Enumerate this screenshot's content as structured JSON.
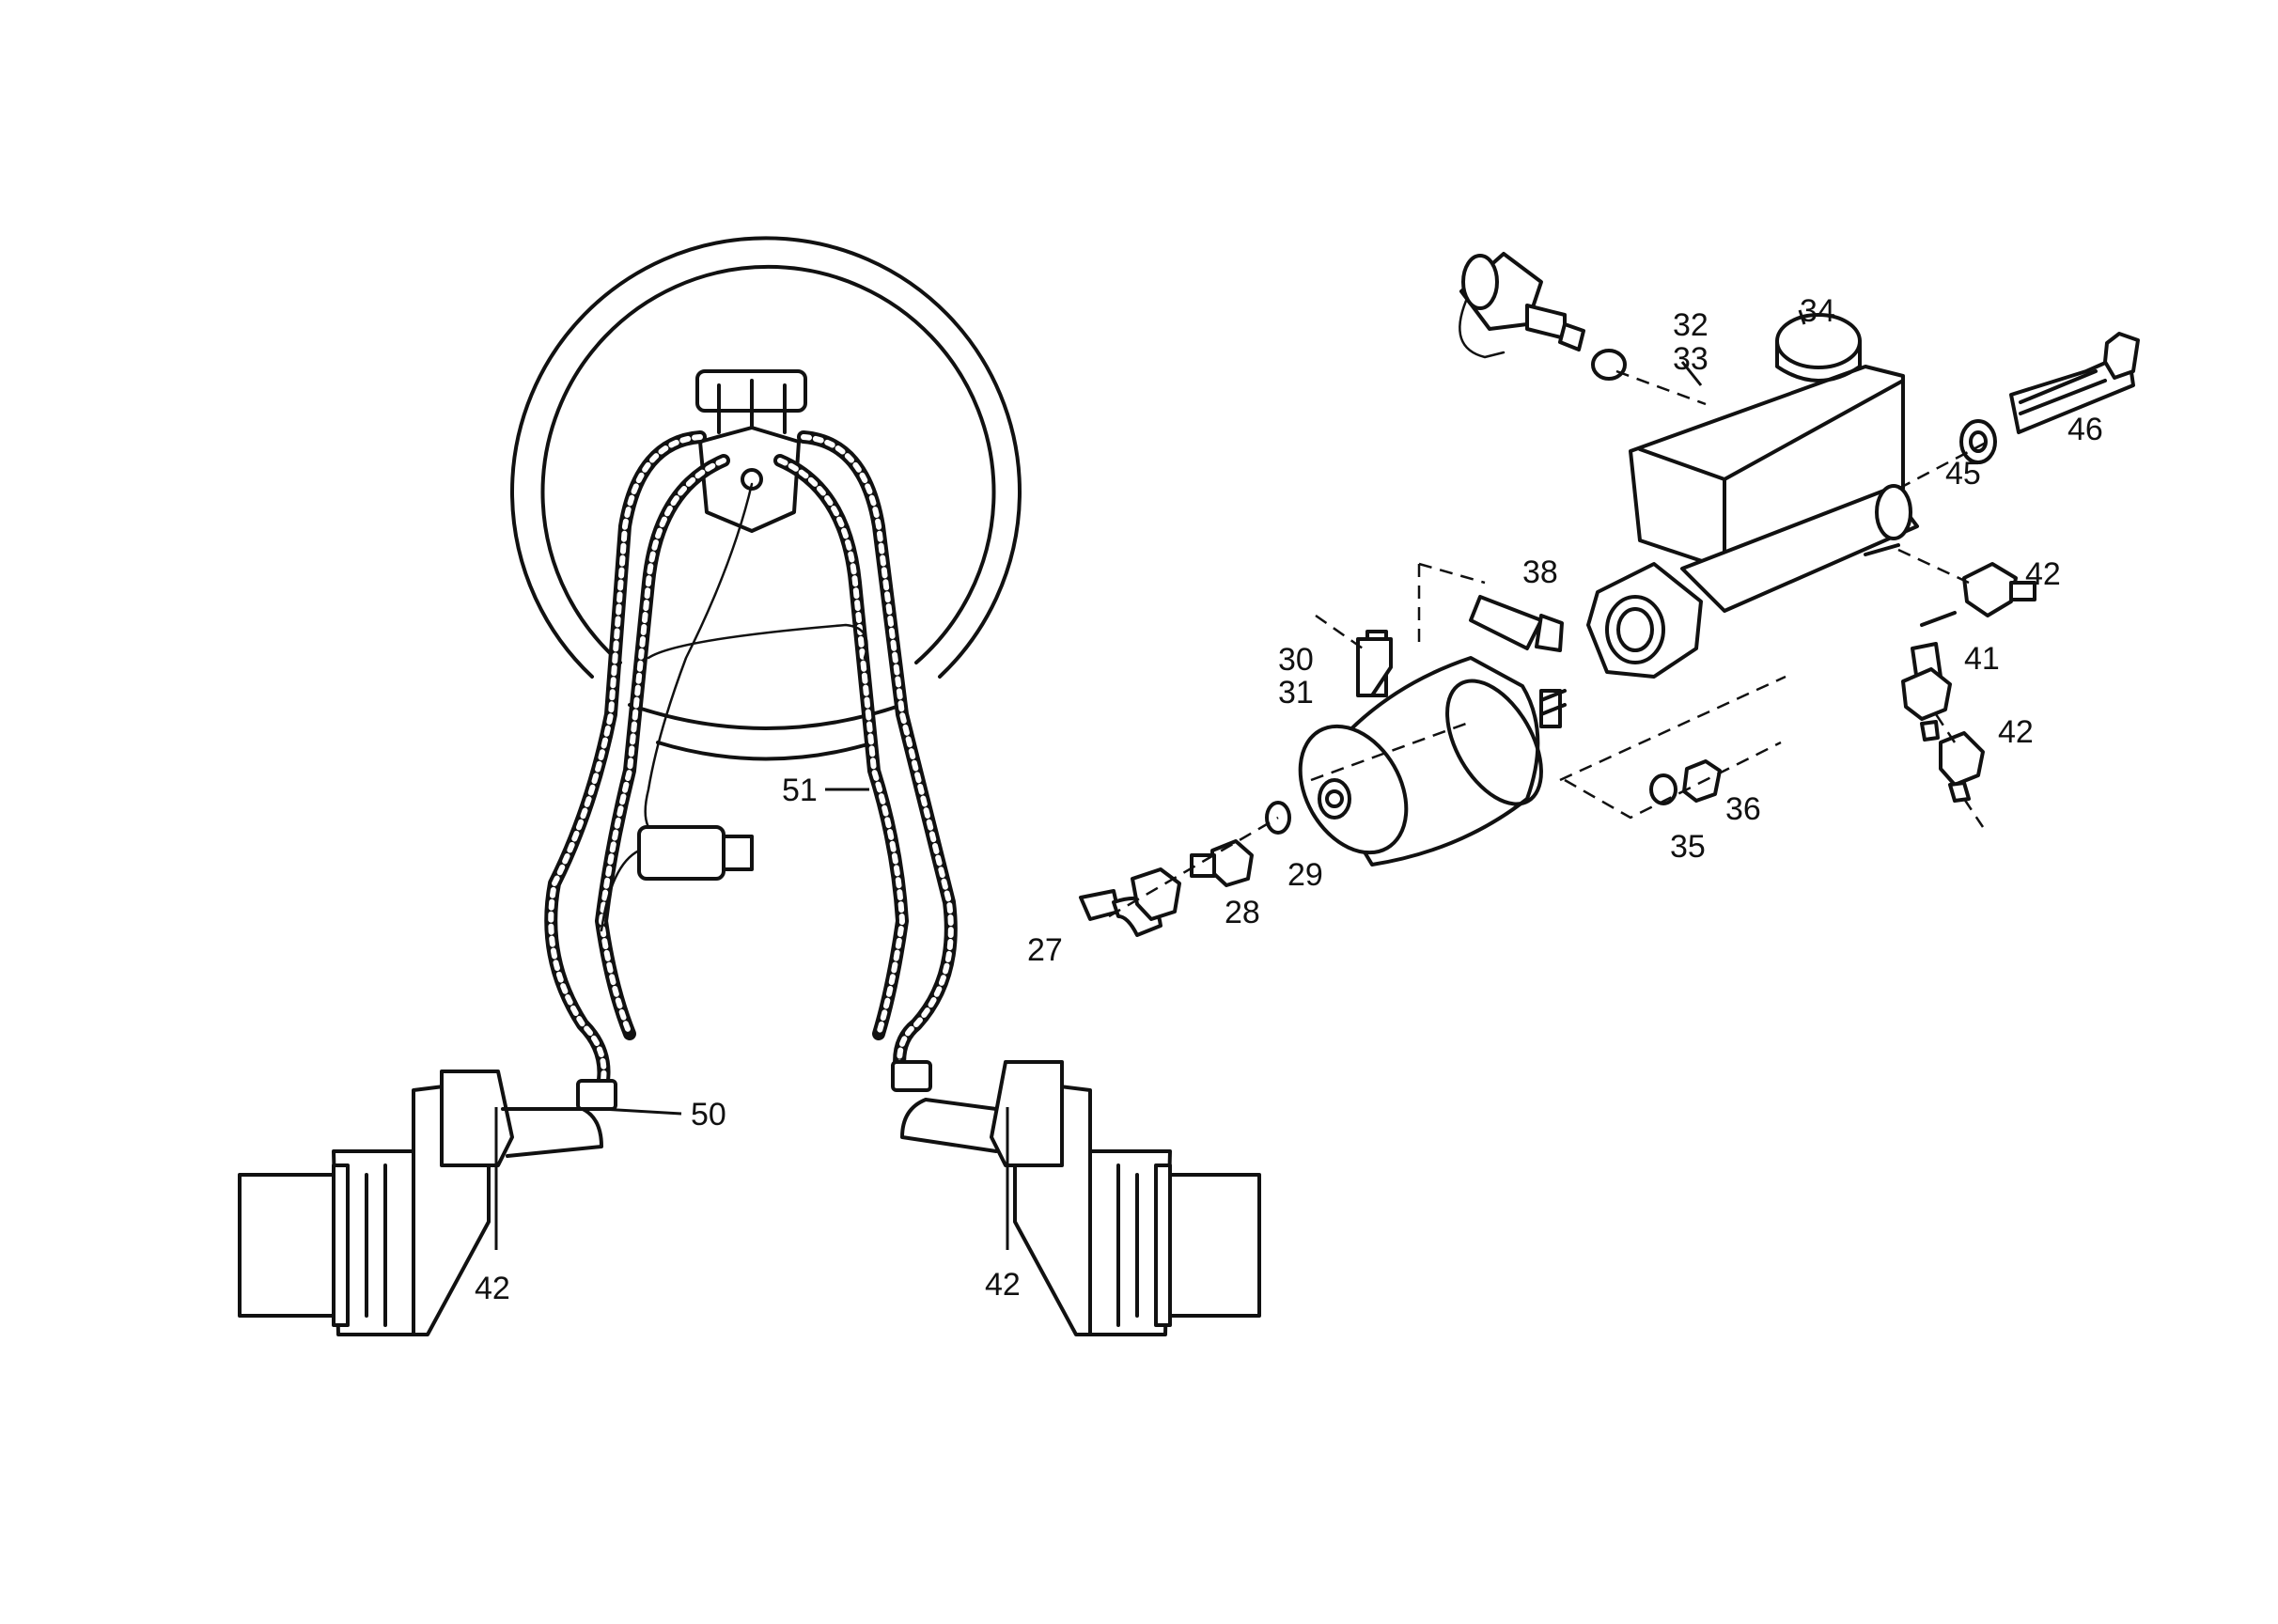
{
  "callouts": {
    "c27": "27",
    "c28": "28",
    "c29": "29",
    "c30": "30",
    "c31": "31",
    "c32": "32",
    "c33": "33",
    "c34": "34",
    "c35": "35",
    "c36": "36",
    "c38": "38",
    "c41": "41",
    "c42_a": "42",
    "c42_b": "42",
    "c42_c": "42",
    "c42_d": "42",
    "c45": "45",
    "c46": "46",
    "c50": "50",
    "c51": "51"
  }
}
